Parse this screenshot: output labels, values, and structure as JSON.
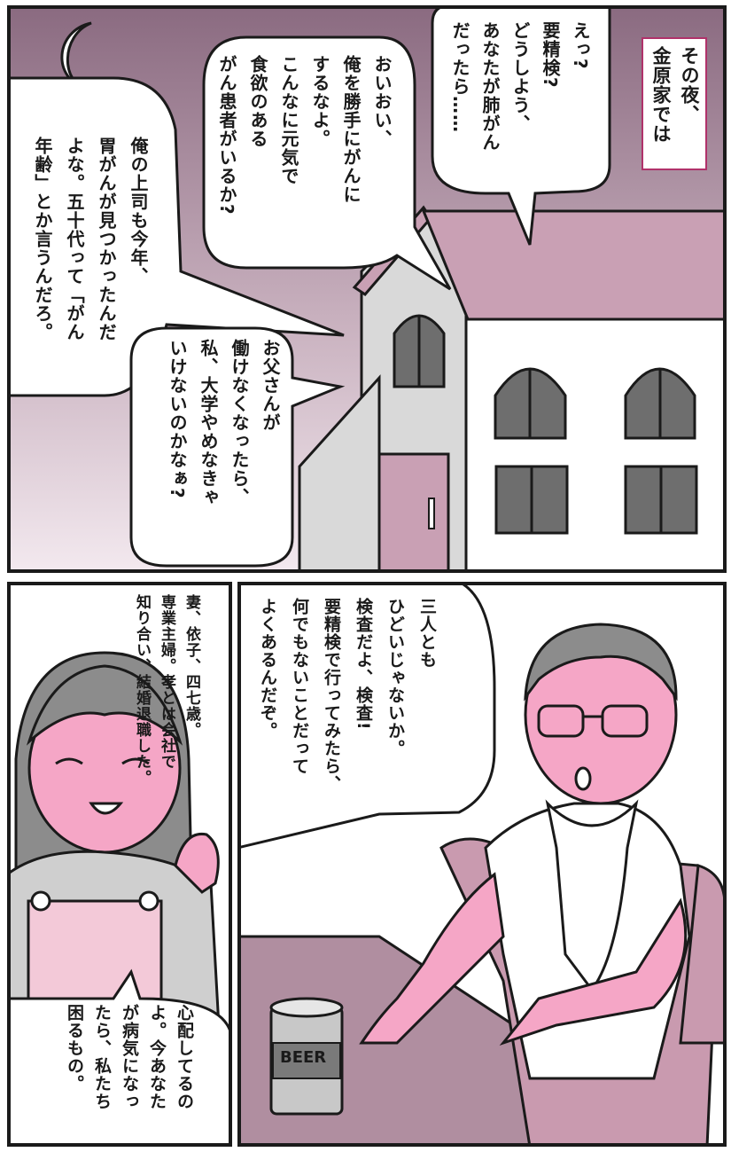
{
  "panel1": {
    "caption": "その夜、\n金原家では",
    "bubbles": [
      "えっ?\n要精検?\nどうしよう、\nあなたが肺がん\nだったら……",
      "おいおい、\n俺を勝手にがんに\nするなよ。\nこんなに元気で\n食欲のある\nがん患者がいるか?",
      "俺の上司も今年、\n胃がんが見つかったんだ\nよな。五十代って「がん\n年齢」とか言うんだろ。",
      "お父さんが\n働けなくなったら、\n私、大学やめなきゃ\nいけないのかなぁ?"
    ]
  },
  "panel2": {
    "bubble": "三人とも\nひどいじゃないか。\n検査だよ、検査!\n要精検で行ってみたら、\n何でもないことだって\nよくあるんだぞ。",
    "can_label": "BEER"
  },
  "panel3": {
    "caption": "妻、依子、四七歳。\n専業主婦。孝とは会社で\n知り合い、結婚退職した。",
    "bubble": "心配してるの\nよ。今あなた\nが病気になっ\nたら、私たち\n困るもの。"
  },
  "colors": {
    "sky_dark": "#8a6a80",
    "sky_light": "#f3e9ef",
    "roof": "#c9a0b4",
    "skin": "#f5a6c6",
    "caption_border": "#b0326a",
    "chair": "#c99aaf",
    "floor": "#b08ea0"
  }
}
